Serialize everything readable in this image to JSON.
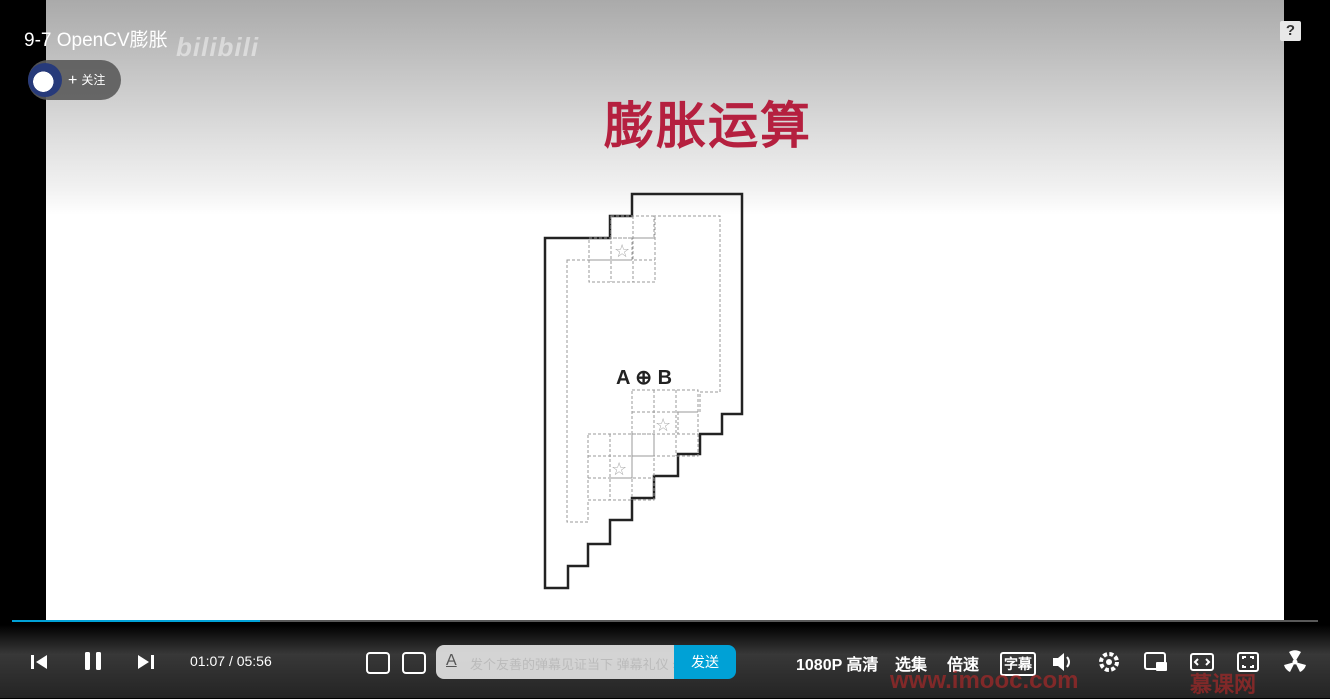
{
  "video": {
    "title": "9-7 OpenCV膨胀",
    "watermark": "bilibili",
    "help_label": "?",
    "follow_label": "关注",
    "slide_title": "膨胀运算",
    "diagram_label": "A ⊕ B"
  },
  "player": {
    "progress": 0.19,
    "current_time": "01:07",
    "separator": "/",
    "duration": "05:56",
    "danmaku_placeholder": "发个友善的弹幕见证当下",
    "danmaku_etiquette": "弹幕礼仪",
    "send_label": "发送",
    "quality_label": "1080P 高清",
    "episodes_label": "选集",
    "speed_label": "倍速",
    "subtitle_label": "字幕",
    "site_watermark": "www.imooc.com",
    "site_watermark_cn": "慕课网"
  },
  "colors": {
    "accent": "#00a1d6",
    "slide_title": "#b5203f"
  }
}
